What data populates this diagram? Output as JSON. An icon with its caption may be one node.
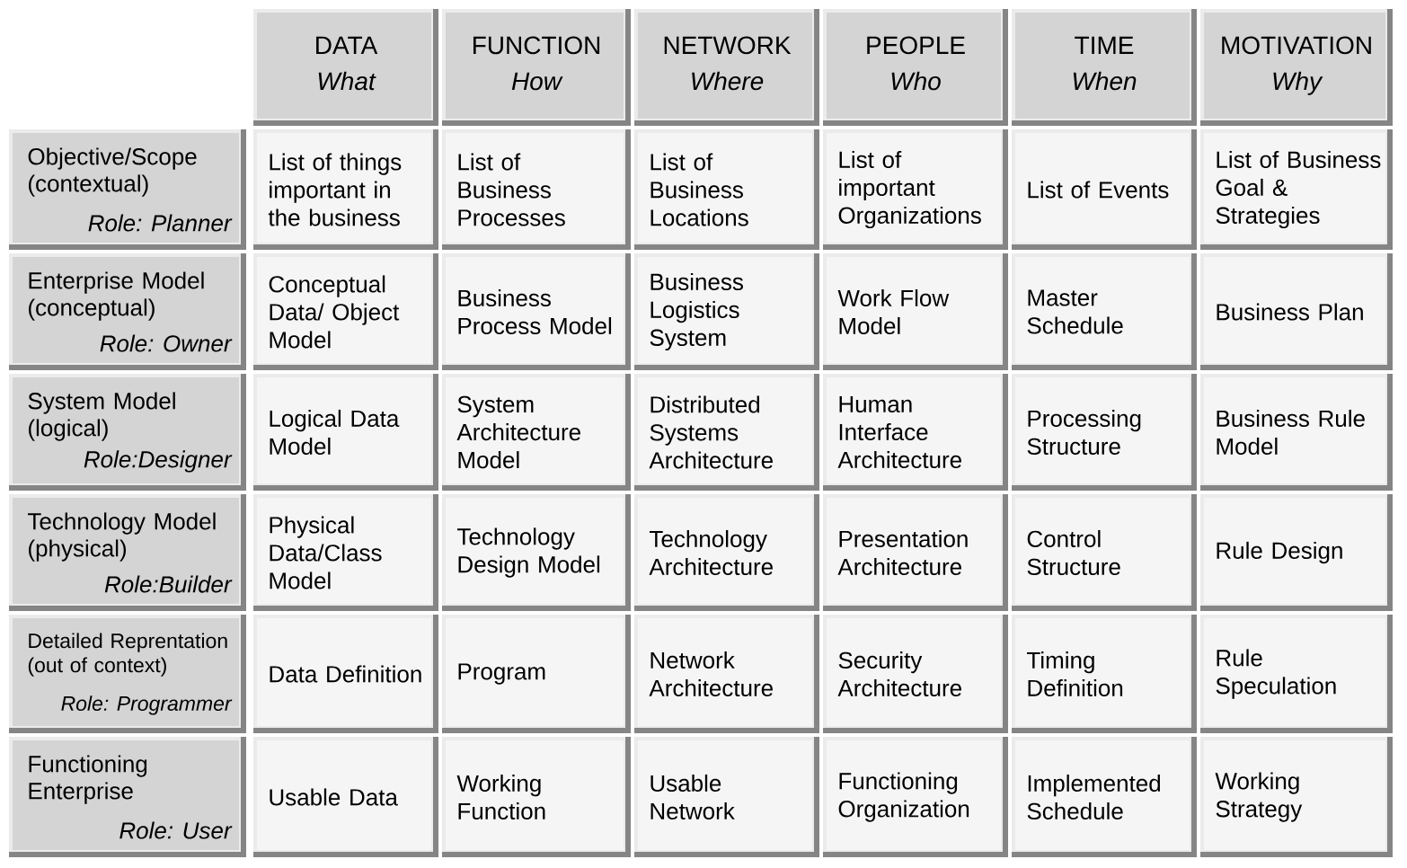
{
  "diagram": {
    "labels": [
      "DATA",
      "What",
      "FUNCTION",
      "How",
      "NETWORK",
      "Where",
      "PEOPLE",
      "Who",
      "TIME",
      "When",
      "MOTIVATION",
      "Why",
      "Objective/Scope (contextual)",
      "Role: Planner",
      "List of things important in the business",
      "List of Business Processes",
      "List of Business Locations",
      "List of important Organizations",
      "List of Events",
      "List of Business Goal & Strategies",
      "Enterprise Model (conceptual)",
      "Role: Owner",
      "Conceptual Data/ Object Model",
      "Business Process Model",
      "Business Logistics System",
      "Work Flow Model",
      "Master Schedule",
      "Business Plan",
      "System Model (logical)",
      "Role:Designer",
      "Logical Data Model",
      "System Architecture Model",
      "Distributed Systems Architecture",
      "Human Interface Architecture",
      "Processing Structure",
      "Business Rule Model",
      "Technology Model (physical)",
      "Role:Builder",
      "Physical Data/Class Model",
      "Technology Design Model",
      "Technology Architecture",
      "Presentation Architecture",
      "Control Structure",
      "Rule Design",
      "Detailed Reprentation (out of context)",
      "Role: Programmer",
      "Data Definition",
      "Program",
      "Network Architecture",
      "Security Architecture",
      "Timing Definition",
      "Rule Speculation",
      "Functioning Enterprise",
      "Role: User",
      "Usable Data",
      "Working Function",
      "Usable Network",
      "Functioning Organization",
      "Implemented Schedule",
      "Working Strategy"
    ]
  }
}
